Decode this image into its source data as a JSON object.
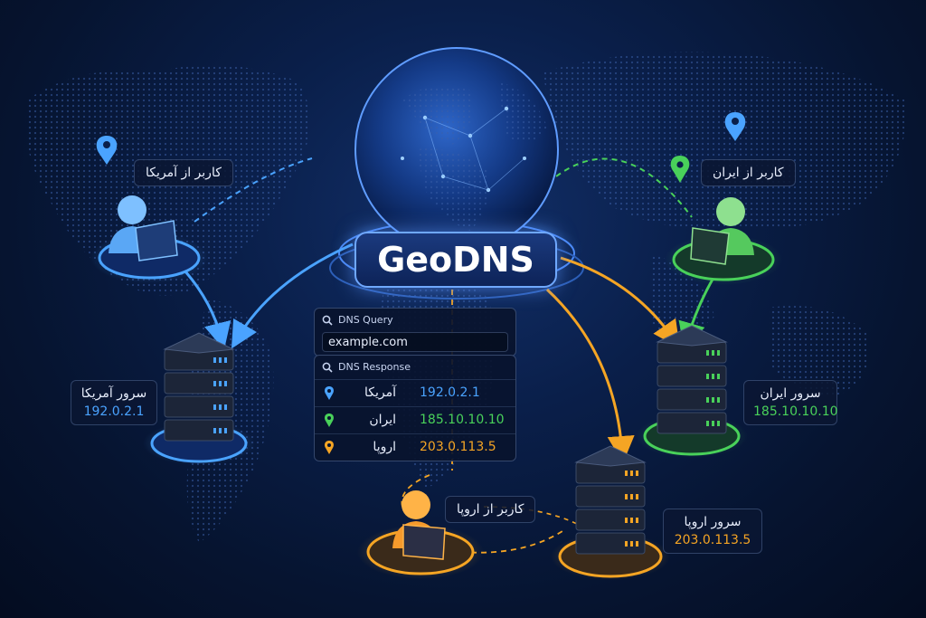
{
  "center": {
    "title": "GeoDNS"
  },
  "users": {
    "america": "کاربر از آمریکا",
    "iran": "کاربر از ایران",
    "europe": "کاربر از اروپا"
  },
  "servers": {
    "america": {
      "label": "سرور آمریکا",
      "ip": "192.0.2.1"
    },
    "iran": {
      "label": "سرور ایران",
      "ip": "185.10.10.10"
    },
    "europe": {
      "label": "سرور اروپا",
      "ip": "203.0.113.5"
    }
  },
  "panel": {
    "query_title": "DNS Query",
    "query_value": "example.com",
    "response_title": "DNS Response",
    "rows": [
      {
        "region": "آمریکا",
        "ip": "192.0.2.1"
      },
      {
        "region": "ایران",
        "ip": "185.10.10.10"
      },
      {
        "region": "اروپا",
        "ip": "203.0.113.5"
      }
    ]
  },
  "colors": {
    "america": "#4aa3ff",
    "iran": "#49d15a",
    "europe": "#f5a524",
    "accent": "#6fa8ff"
  },
  "icons": [
    "search-icon",
    "location-pin-icon",
    "user-laptop-icon",
    "server-icon",
    "globe-icon"
  ]
}
